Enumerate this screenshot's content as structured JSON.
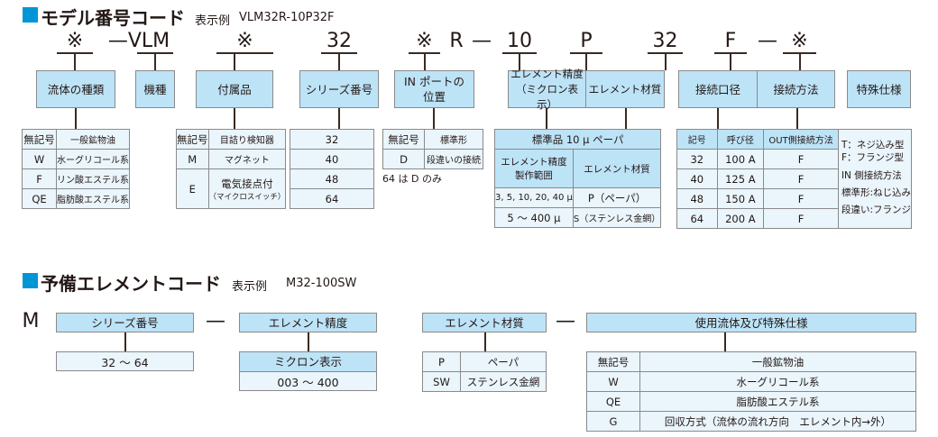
{
  "model_code": {
    "title": "モデル番号コード",
    "example_label": "表示例",
    "example": "VLM32R-10P32F",
    "segments": [
      "※",
      "—VLM",
      "※",
      "32",
      "※",
      "R",
      "—",
      "10",
      "P",
      "32",
      "F",
      "—",
      "※"
    ],
    "boxes": {
      "fluid": "流体の種類",
      "model": "機種",
      "accessory": "付属品",
      "series": "シリーズ番号",
      "in_port_1": "IN ポートの",
      "in_port_2": "位置",
      "precision_1": "エレメント精度",
      "precision_2": "（ミクロン表示）",
      "material": "エレメント材質",
      "bore": "接続口径",
      "method": "接続方法",
      "special": "特殊仕様"
    },
    "fluid_table": [
      [
        "無記号",
        "一般鉱物油"
      ],
      [
        "W",
        "水ーグリコール系"
      ],
      [
        "F",
        "リン酸エステル系"
      ],
      [
        "QE",
        "脂肪酸エステル系"
      ]
    ],
    "accessory_table": [
      [
        "無記号",
        "目詰り検知器"
      ],
      [
        "M",
        "マグネット"
      ],
      [
        "E",
        "電気接点付",
        "（マイクロスイッチ）"
      ]
    ],
    "series_table": [
      "32",
      "40",
      "48",
      "64"
    ],
    "in_port_table": [
      [
        "無記号",
        "標準形"
      ],
      [
        "D",
        "段違いの接続"
      ]
    ],
    "in_port_note": "64 は D のみ",
    "element_table": {
      "header": "標準品 10 μ ペーパ",
      "col1_1": "エレメント精度",
      "col1_2": "製作範囲",
      "col2": "エレメント材質",
      "rows": [
        [
          "3, 5, 10, 20, 40 μ",
          "P（ペーパ）"
        ],
        [
          "5 ～ 400 μ",
          "S（ステンレス金網）"
        ]
      ]
    },
    "connection_table": {
      "headers": [
        "記号",
        "呼び径",
        "OUT側接続方法"
      ],
      "rows": [
        [
          "32",
          "100 A",
          "F"
        ],
        [
          "40",
          "125 A",
          "F"
        ],
        [
          "48",
          "150 A",
          "F"
        ],
        [
          "64",
          "200 A",
          "F"
        ]
      ],
      "notes": [
        "T：ネジ込み型",
        "F：フランジ型",
        "IN 側接続方法",
        "標準形:ねじ込み",
        "段違い:フランジ"
      ]
    }
  },
  "spare_code": {
    "title": "予備エレメントコード",
    "example_label": "表示例",
    "example": "M32-100SW",
    "prefix": "M",
    "dash": "—",
    "series_label": "シリーズ番号",
    "series_value": "32 ～ 64",
    "precision_label": "エレメント精度",
    "precision_sub": "ミクロン表示",
    "precision_value": "003 ～ 400",
    "material_label": "エレメント材質",
    "material_table": [
      [
        "P",
        "ペーパ"
      ],
      [
        "SW",
        "ステンレス金網"
      ]
    ],
    "fluid_label": "使用流体及び特殊仕様",
    "fluid_table": [
      [
        "無記号",
        "一般鉱物油"
      ],
      [
        "W",
        "水ーグリコール系"
      ],
      [
        "QE",
        "脂肪酸エステル系"
      ],
      [
        "G",
        "回収方式（流体の流れ方向　エレメント内→外）"
      ]
    ]
  }
}
